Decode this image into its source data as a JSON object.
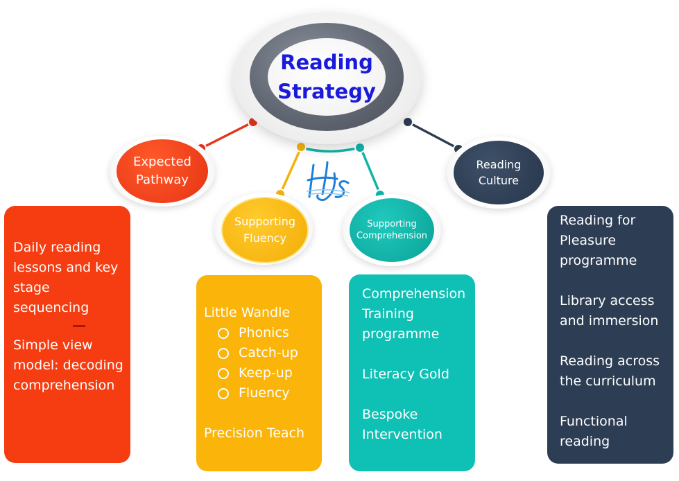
{
  "hub": {
    "title": "Reading Strategy"
  },
  "branches": [
    {
      "id": "expected",
      "label": "Expected Pathway",
      "color": "#f1431e",
      "items": [
        "Daily reading lessons and key stage sequencing",
        "Simple view model: decoding comprehension"
      ]
    },
    {
      "id": "fluency",
      "label": "Supporting Fluency",
      "color": "#f8b70e",
      "heading": "Little Wandle",
      "subitems": [
        "Phonics",
        "Catch-up",
        "Keep-up",
        "Fluency"
      ],
      "items": [
        "Precision Teach"
      ]
    },
    {
      "id": "comprehension",
      "label": "Supporting Comprehension",
      "color": "#0fb3a8",
      "items": [
        "Comprehension Training programme",
        "Literacy Gold",
        "Bespoke Intervention"
      ]
    },
    {
      "id": "culture",
      "label": "Reading Culture",
      "color": "#2d3d52",
      "items": [
        "Reading for Pleasure programme",
        "Library access and immersion",
        "Reading across the curriculum",
        "Functional reading"
      ]
    }
  ],
  "logo": {
    "text": "HJS",
    "color": "#1e7fd6"
  }
}
